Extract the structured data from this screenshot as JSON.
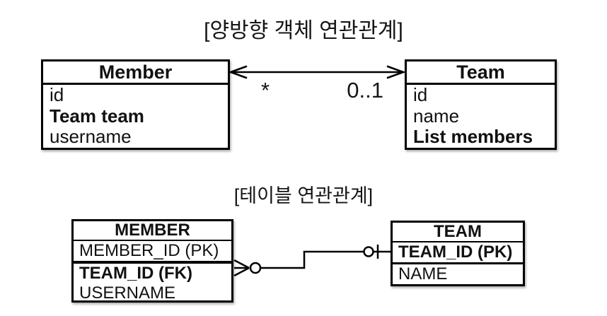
{
  "colors": {
    "line": "#000000",
    "text": "#111111",
    "background": "#ffffff"
  },
  "object_diagram": {
    "title": "[양방향 객체 연관관계]",
    "member_class": {
      "title": "Member",
      "fields": [
        {
          "label": "id",
          "bold": false
        },
        {
          "label": "Team team",
          "bold": true
        },
        {
          "label": "username",
          "bold": false
        }
      ]
    },
    "team_class": {
      "title": "Team",
      "fields": [
        {
          "label": "id",
          "bold": false
        },
        {
          "label": "name",
          "bold": false
        },
        {
          "label": "List members",
          "bold": true
        }
      ]
    },
    "association": {
      "member_side_multiplicity": "*",
      "team_side_multiplicity": "0..1"
    }
  },
  "table_diagram": {
    "title": "[테이블 연관관계]",
    "member_table": {
      "title": "MEMBER",
      "rows": [
        {
          "label": "MEMBER_ID (PK)",
          "bold": false
        },
        {
          "label": "TEAM_ID (FK)",
          "bold": true
        },
        {
          "label": "USERNAME",
          "bold": false
        }
      ]
    },
    "team_table": {
      "title": "TEAM",
      "rows": [
        {
          "label": "TEAM_ID (PK)",
          "bold": true
        },
        {
          "label": "NAME",
          "bold": false
        }
      ]
    },
    "relationship": {
      "member_side_symbol": "zero-or-many",
      "team_side_symbol": "zero-or-one"
    }
  }
}
